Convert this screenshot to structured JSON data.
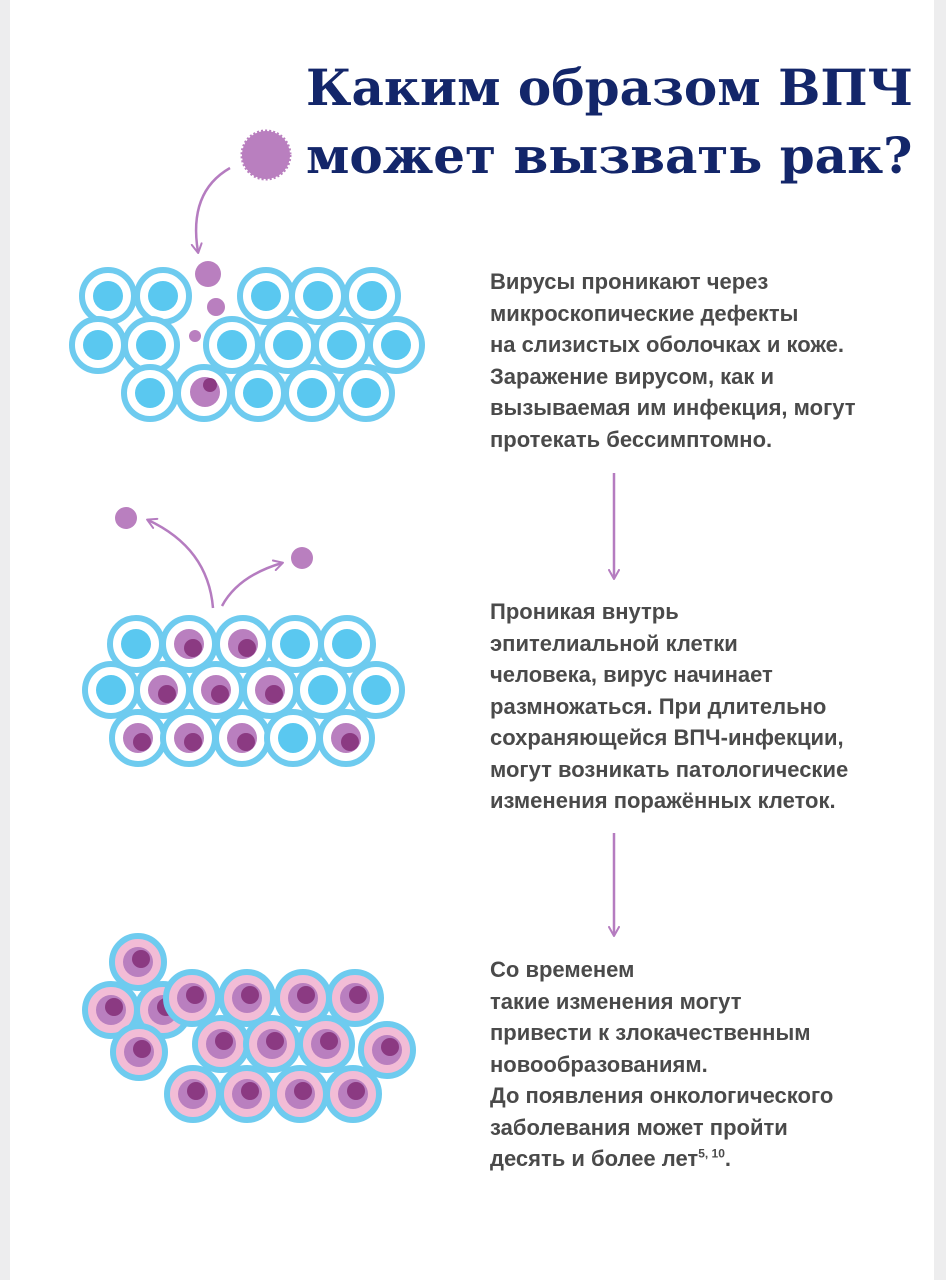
{
  "title": {
    "line1": "Каким образом ВПЧ",
    "line2": "может вызвать рак?"
  },
  "steps": [
    {
      "lines": [
        "Вирусы проникают через",
        "микроскопические дефекты",
        "на слизистых оболочках и коже.",
        "Заражение вирусом, как и",
        "вызываемая им инфекция, могут",
        "протекать бессимптомно."
      ]
    },
    {
      "lines": [
        "Проникая внутрь",
        "эпителиальной клетки",
        "человека, вирус начинает",
        "размножаться. При длительно",
        "сохраняющейся ВПЧ-инфекции,",
        "могут возникать патологические",
        "изменения поражённых клеток."
      ]
    },
    {
      "lines": [
        "Со временем",
        "такие изменения могут",
        "привести к злокачественным",
        "новообразованиям.",
        "До появления онкологического",
        "заболевания может пройти"
      ],
      "last_line": "десять и более лет",
      "reference": "5, 10",
      "end_punct": "."
    }
  ],
  "colors": {
    "title": "#13266a",
    "text": "#4a4a4a",
    "cell_outline": "#6ecbef",
    "cell_nucleus": "#5ac8f0",
    "virus": "#b97fbf",
    "infected_nucleus": "#8b3a82",
    "cancer_cell": "#f2bcd6",
    "arrow": "#b57cc0"
  }
}
